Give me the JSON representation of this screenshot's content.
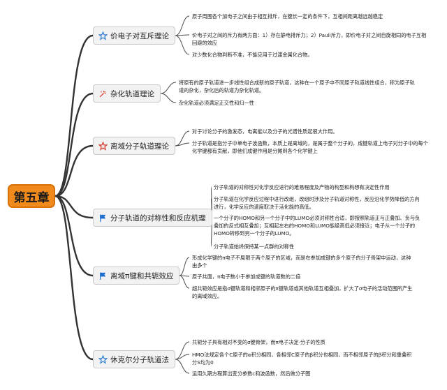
{
  "root": {
    "label": "第五章"
  },
  "topics": [
    {
      "label": "价电子对互斥理论",
      "icon": "star-outline-blue",
      "leaves": [
        "原子周围各个加电子之间由于相互排斥，在键长一定的条件下，互相间距离越远越稳定",
        "价电子对之间的斥力有两方面：1）存在静电排斥力；2）Pauli斥力，即价电子对之间自旋相同的电子互相回避的效应",
        "对少数化合物判断不准，不能应用于过渡金属化合物。"
      ]
    },
    {
      "label": "杂化轨道理论",
      "icon": "sparkle-red",
      "leaves": [
        "将原有的原子轨道进一步线性组合成新的原子轨道，这种在一个原子中不同原子轨道线性组合，称为原子轨道的杂化，杂化后的轨道为杂化轨道。",
        "杂化轨道必须满足正交性和归一性"
      ]
    },
    {
      "label": "离域分子轨道理论",
      "icon": "star-outline-red",
      "leaves": [
        "对于讨论分子的激发态，电离能以及分子的光谱性质起很大作用。",
        "分子轨道是指分子中单电子波函数，本质上是离域的，是属于整个分子的，成键轨道上电子对分子中的每个化学键都有贡献，即他们成键作用是分摊到各个化学键上"
      ]
    },
    {
      "label": "分子轨道的对称性和反应机理",
      "icon": "flag-blue",
      "leaves": [
        "分子轨道的对称性对化学反应进行的难易程度及产物的构型和构想有决定性作用",
        "分子轨道在化学反应过程中进行改组，改组时涉及分子轨道对称性，反应沿化学势降低的方向进行，化学反应的速度取决于活化能的高低。",
        "一个分子的HOMO和另一个分子中的LUMO必须对称性合适，即按照轨道正与正叠加、负与负叠加的反式相互叠加；互相起左右的HOMO和LUMO能级高低必须接近；电子从一个分子的HOMO转移到另一个分子的LUMO。",
        "分子轨道始终保持某一点群的对称性"
      ]
    },
    {
      "label": "离域π键和共轭效应",
      "icon": "flag-blue",
      "leaves": [
        "形成化学键的π电子不局限于两个原子的区域，而是在参加成键的多个原子的分子骨架中运动，这种由多个",
        "原子共面，π电子数小于参加成键的轨道数的二倍",
        "超共轭效应是指σ键轨道和相邻原子的π键轨道或其他轨道互相叠加，扩大了σ电子的活动范围所产生的离域效应。"
      ]
    },
    {
      "label": "休克尔分子轨道法",
      "icon": "star-outline-blue",
      "leaves": [
        "共轭分子具有相对不变的σ键骨架，而π电子决定·分子的性质",
        "HMO法规定各个C原子的α积分相同，各相邻C原子的β积分也相同，而不相邻原子的β积分和重叠积分S均为0",
        "运用久期方程算出变分参数c和波函数，然后做分子图"
      ]
    }
  ]
}
